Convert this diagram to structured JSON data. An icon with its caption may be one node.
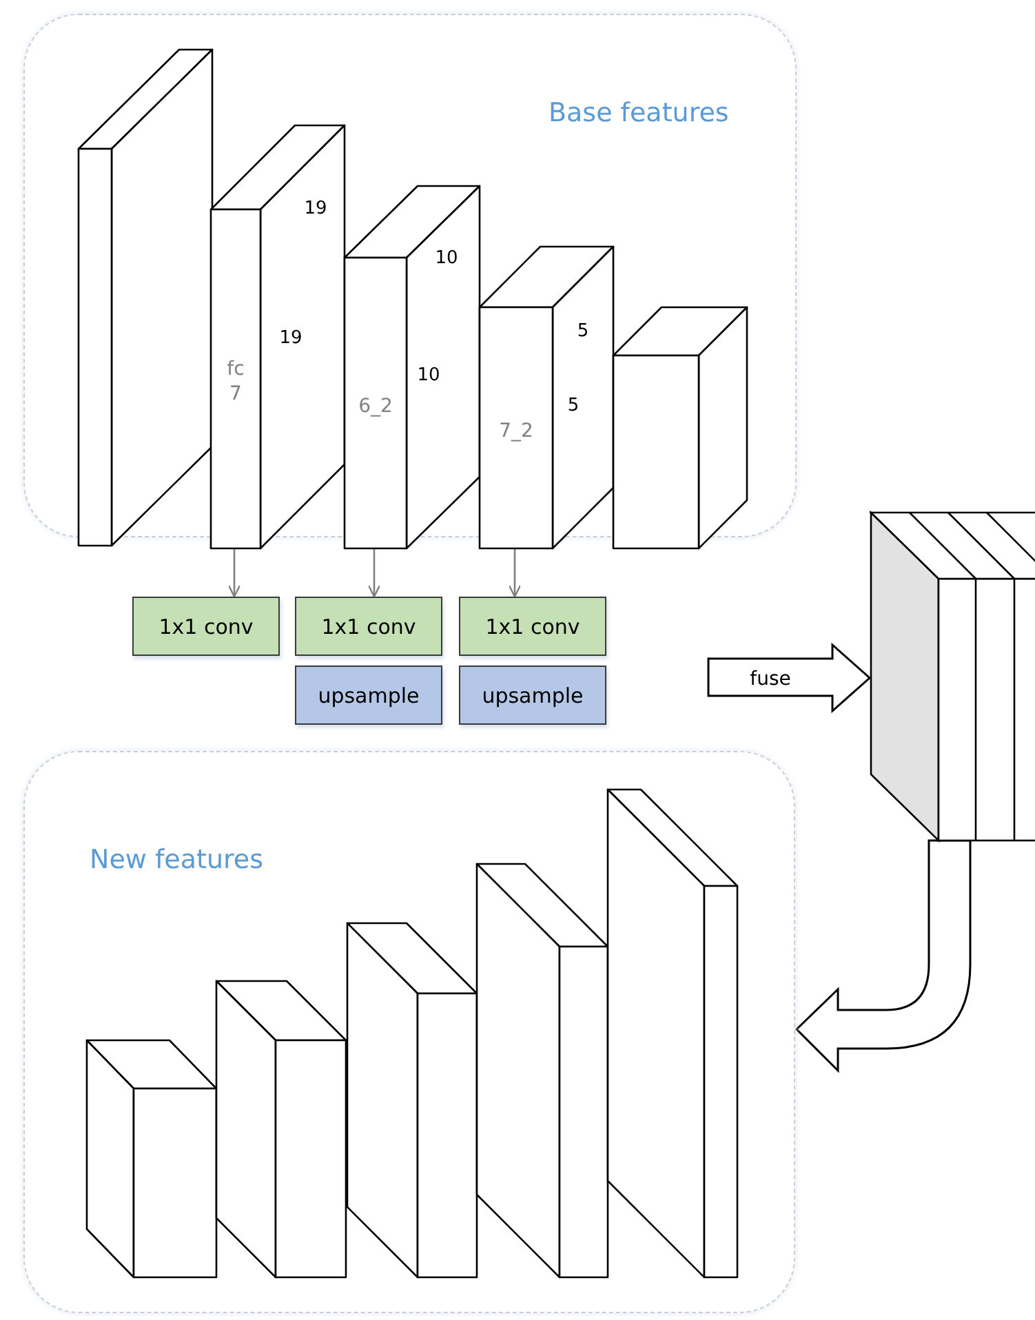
{
  "diagram": {
    "nodes": [
      {
        "text": [
          "Base features"
        ]
      },
      {
        "text": [],
        "shape": "box",
        "in": 0
      },
      {
        "text": [
          "fc 7",
          "19",
          "19"
        ],
        "in": 0
      },
      {
        "text": [
          "6_2",
          "10",
          "10"
        ],
        "in": 0
      },
      {
        "text": [
          "7_2",
          "5",
          "5"
        ],
        "in": 0
      },
      {
        "text": [],
        "shape": "box",
        "in": 0
      },
      {
        "text": [
          "1x1 conv"
        ]
      },
      {
        "text": [
          "1x1 conv"
        ]
      },
      {
        "text": [
          "upsample"
        ]
      },
      {
        "text": [
          "1x1 conv"
        ]
      },
      {
        "text": [
          "upsample"
        ]
      },
      {
        "text": [],
        "shape": "box"
      },
      {
        "text": [
          "New features"
        ]
      },
      {
        "text": [],
        "shape": "box",
        "in": 12
      },
      {
        "text": [],
        "shape": "box",
        "in": 12
      },
      {
        "text": [],
        "shape": "box",
        "in": 12
      },
      {
        "text": [],
        "shape": "box",
        "in": 12
      },
      {
        "text": [],
        "shape": "box",
        "in": 12
      }
    ],
    "edges": [
      {
        "from": 2,
        "to": 6,
        "arrow": "to"
      },
      {
        "from": 3,
        "to": 7,
        "arrow": "to"
      },
      {
        "from": 4,
        "to": 9,
        "arrow": "to"
      },
      {
        "from": null,
        "to": 11,
        "arrow": "to",
        "label": "fuse",
        "style": "thick"
      },
      {
        "from": 11,
        "to": 12,
        "arrow": "to",
        "style": "thick"
      }
    ]
  }
}
